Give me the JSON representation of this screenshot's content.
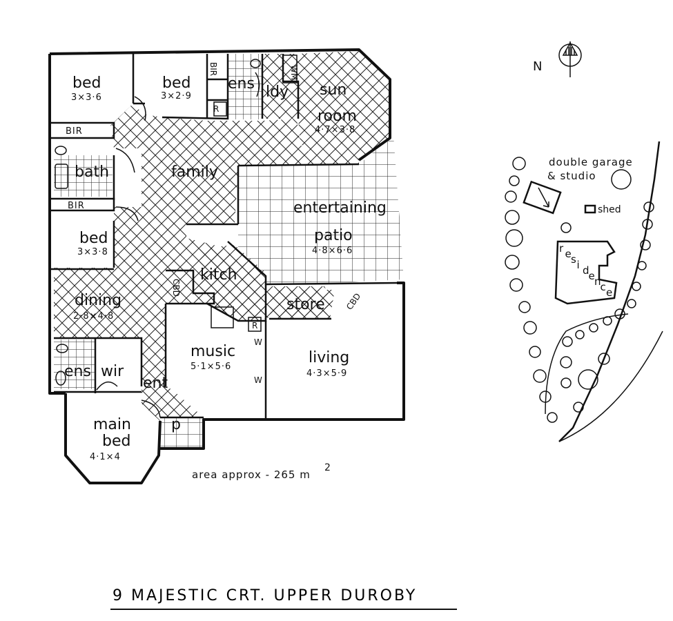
{
  "rooms": {
    "bed1": {
      "name": "bed",
      "dim": "3×3·6"
    },
    "bed2": {
      "name": "bed",
      "dim": "3×2·9"
    },
    "ens1": {
      "name": "ens"
    },
    "ldy": {
      "name": "ldy"
    },
    "sun": {
      "name1": "sun",
      "name2": "room",
      "dim": "4·7×3·8"
    },
    "bir1": {
      "name": "BIR"
    },
    "bath": {
      "name": "bath"
    },
    "family": {
      "name": "family"
    },
    "bir2": {
      "name": "BIR"
    },
    "patio": {
      "name1": "entertaining",
      "name2": "patio",
      "dim": "4·8×6·6"
    },
    "bed3": {
      "name": "bed",
      "dim": "3×3·8"
    },
    "kitch": {
      "name": "kitch"
    },
    "dining": {
      "name": "dining",
      "dim": "2·8×4·8"
    },
    "store": {
      "name": "store"
    },
    "music": {
      "name": "music",
      "dim": "5·1×5·6"
    },
    "living": {
      "name": "living",
      "dim": "4·3×5·9"
    },
    "ens2": {
      "name": "ens"
    },
    "wir": {
      "name": "wir"
    },
    "ent": {
      "name": "ent"
    },
    "p": {
      "name": "p"
    },
    "main": {
      "name1": "main",
      "name2": "bed",
      "dim": "4·1×4"
    }
  },
  "fixtures": {
    "bir_small": "BIR",
    "r1": "R",
    "r2": "R",
    "wm": "WM",
    "cbd1": "CBD",
    "cbd2": "CBD",
    "w1": "W",
    "w2": "W"
  },
  "area": {
    "text": "area approx - 265 m",
    "sup": "2"
  },
  "site": {
    "north": "N",
    "garage1": "double garage",
    "garage2": "& studio",
    "shed": "shed",
    "residence": [
      "r",
      "e",
      "s",
      "i",
      "d",
      "e",
      "n",
      "c",
      "e"
    ]
  },
  "title": "9 MAJESTIC CRT. UPPER DUROBY"
}
